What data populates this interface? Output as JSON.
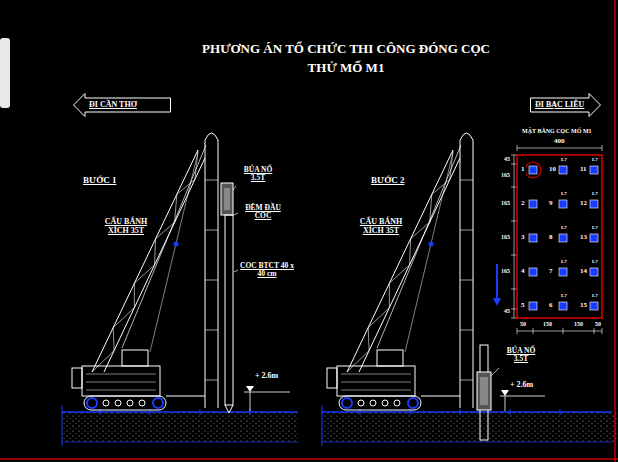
{
  "diagram": {
    "title": "PHƯƠNG ÁN TỔ CHỨC THI CÔNG ĐÓNG CỌC THỬ MỐ M1",
    "nodes": [
      {
        "text": [
          "ĐI CẦN THƠ"
        ]
      },
      {
        "text": [
          "ĐI BẠC LIÊU"
        ]
      }
    ],
    "labels": [
      "BƯỚC 1",
      "BÚA NỔ 3.5T",
      "CẨU BÁNH XÍCH 35T",
      "ĐỆM ĐẦU CỌC",
      "CỌC BTCT 40 x 40 cm",
      "+ 2.6m",
      "BƯỚC 2",
      "CẨU BÁNH XÍCH 35T",
      "BÚA NỔ 3.5T",
      "+ 2.6m",
      "MẶT BẰNG CỌC MỐ M1",
      "400",
      "45",
      "165",
      "165",
      "165",
      "165",
      "45",
      "50",
      "150",
      "150",
      "50",
      "1",
      "2",
      "3",
      "4",
      "5",
      "6",
      "7",
      "8",
      "9",
      "10",
      "11",
      "12",
      "13",
      "14",
      "15",
      "L7",
      "L7",
      "L7",
      "L7",
      "L7",
      "L7",
      "L7",
      "L7",
      "L7",
      "L7"
    ]
  }
}
